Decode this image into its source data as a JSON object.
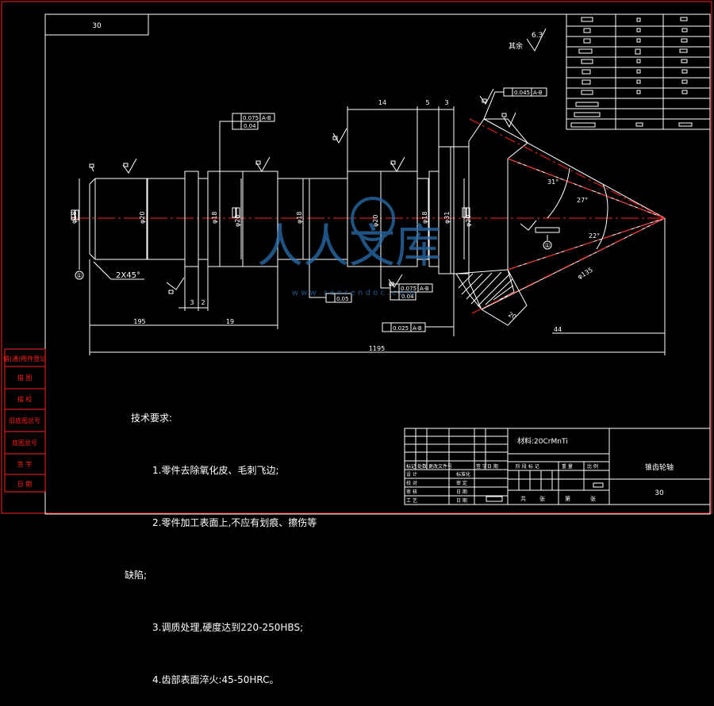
{
  "drawing": {
    "corner_code": "30",
    "surface_finish": {
      "label": "其余",
      "value": "6.3"
    },
    "dims": {
      "d14": "14",
      "d5": "5",
      "d3": "3",
      "dia_left": "φ18",
      "dia_20a": "φ20",
      "dia_18a": "φ18",
      "dia_20b": "φ20",
      "dia_18b": "φ18",
      "dia_20c": "φ20",
      "dia_18c": "φ18",
      "dia_31": "φ31",
      "dia_20d": "φ20",
      "chamfer": "2X45°",
      "d3b": "3",
      "d2": "2",
      "d195": "195",
      "d19": "19",
      "total": "1195",
      "d44": "44",
      "d20": "20",
      "d135": "φ135",
      "ang31": "31°",
      "ang27": "27°",
      "ang22": "22°"
    },
    "tolerances": {
      "t1_val": "0.075",
      "t1_ref": "A-B",
      "t1_b": "0.04",
      "t2_val": "0.045",
      "t2_ref": "A-B",
      "t3_val": "0.075",
      "t3_ref": "A-B",
      "t3_b": "0.04",
      "t4_val": "0.05",
      "t5_val": "0.025",
      "t5_ref": "A-B"
    },
    "datums": {
      "a": "①",
      "b": "①"
    },
    "watermark": {
      "text": "人人文库",
      "url": "w w w . r e n r e n d o c . c o m"
    }
  },
  "notes": {
    "title": "技术要求:",
    "n1": "1.零件去除氧化皮、毛刺飞边;",
    "n2": "2.零件加工表面上,不应有划痕、擦伤等",
    "defect": "缺陷;",
    "n3": "3.调质处理,硬度达到220-250HBS;",
    "n4": "4.齿部表面淬火:45-50HRC。"
  },
  "side_strip": [
    "借(通)用件登记",
    "描  图",
    "描  校",
    "旧底图总号",
    "底图总号",
    "签  字",
    "日  期"
  ],
  "title_block": {
    "material": "材料:20CrMnTi",
    "part_name": "锥齿轮轴",
    "code": "30",
    "row1": [
      "标记",
      "处数",
      "更改文件号",
      "签 字",
      "日 期"
    ],
    "row2": [
      "设 计",
      "",
      "标准化"
    ],
    "row3": [
      "校 对",
      "",
      "审 定"
    ],
    "row4": [
      "审 核",
      "",
      "日 期"
    ],
    "row5": [
      "工 艺",
      "",
      "日 期"
    ],
    "stages": [
      "阶 段 标 记",
      "重 量",
      "比 例"
    ],
    "sheets": [
      "共",
      "张",
      "第",
      "张"
    ]
  },
  "colors": {
    "bg": "#000000",
    "line": "#ffffff",
    "center": "#ff2020",
    "watermark": "#2a6fb0"
  }
}
